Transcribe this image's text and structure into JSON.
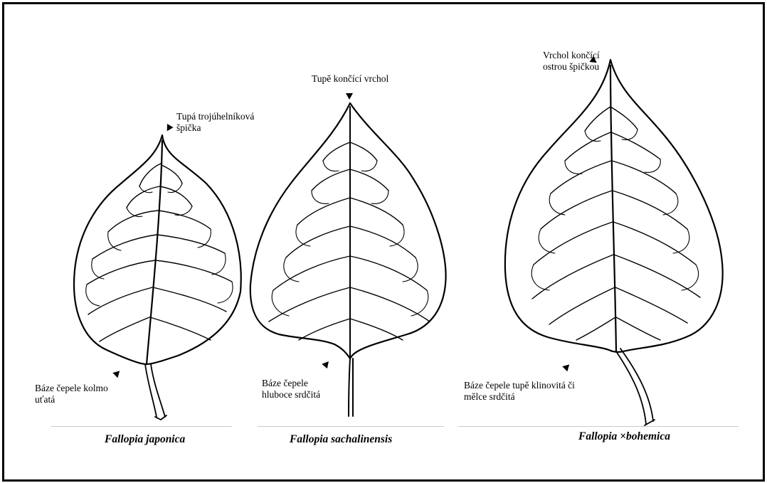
{
  "figure": {
    "leaves": [
      {
        "species": "Fallopia japonica",
        "apex_label": "Tupá trojúhelníková\nšpička",
        "base_label": "Báze čepele kolmo\nuťatá"
      },
      {
        "species": "Fallopia sachalinensis",
        "apex_label": "Tupě končící vrchol",
        "base_label": "Báze čepele\nhluboce srdčitá"
      },
      {
        "species": "Fallopia ×bohemica",
        "apex_label": "Vrchol končící\nostrou špičkou",
        "base_label": "Báze čepele tupě klinovitá či\nmělce srdčitá"
      }
    ]
  }
}
